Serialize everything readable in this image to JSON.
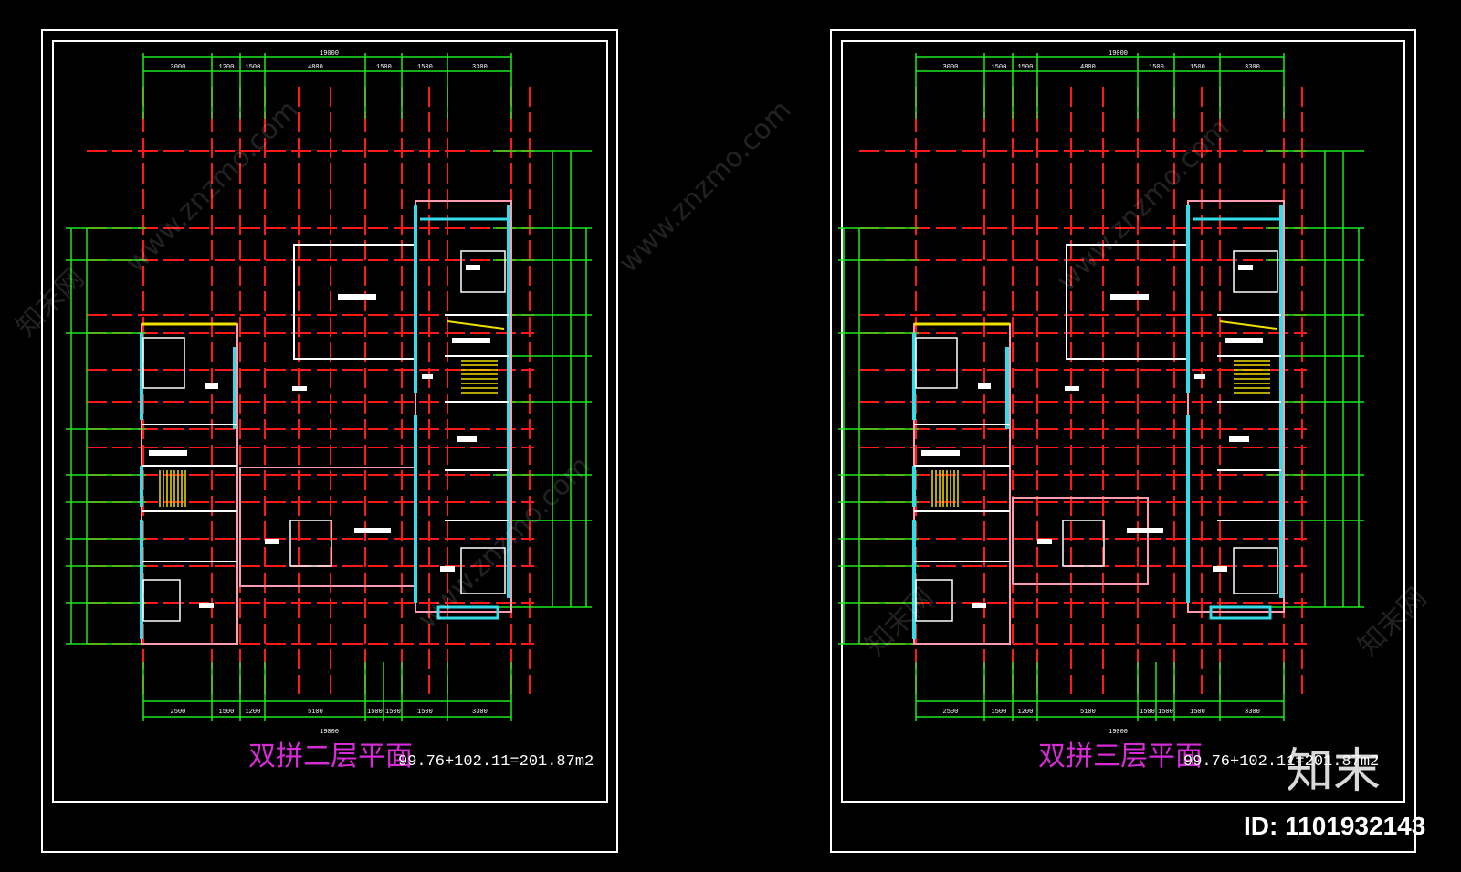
{
  "sheets": [
    {
      "title": "双拼二层平面",
      "area": "99.76+102.11=201.87m2",
      "top_total": "19000",
      "bottom_total": "19000",
      "top_dims": [
        "3000",
        "1200",
        "1500",
        "4800",
        "1500",
        "1500",
        "3300"
      ],
      "bottom_dims": [
        "2500",
        "1500",
        "1200",
        "5100",
        "1500",
        "1500",
        "1500",
        "3300"
      ]
    },
    {
      "title": "双拼三层平面",
      "area": "99.76+102.11=201.87m2",
      "top_total": "19000",
      "bottom_total": "19000",
      "top_dims": [
        "3000",
        "1500",
        "1500",
        "4800",
        "1500",
        "1500",
        "3300"
      ],
      "bottom_dims": [
        "2500",
        "1500",
        "1200",
        "5100",
        "1500",
        "1500",
        "1500",
        "3300"
      ]
    }
  ],
  "watermark": {
    "site": "www.znzmo.com",
    "brand": "知末网"
  },
  "logo": "知末",
  "image_id": "ID: 1101932143",
  "colors": {
    "frame": "#ffffff",
    "axis": "#ff1a1a",
    "dimension": "#1ee81e",
    "wall": "#ff9bb0",
    "window": "#33dde8",
    "stair": "#f0e000",
    "title": "#d62bd6"
  }
}
